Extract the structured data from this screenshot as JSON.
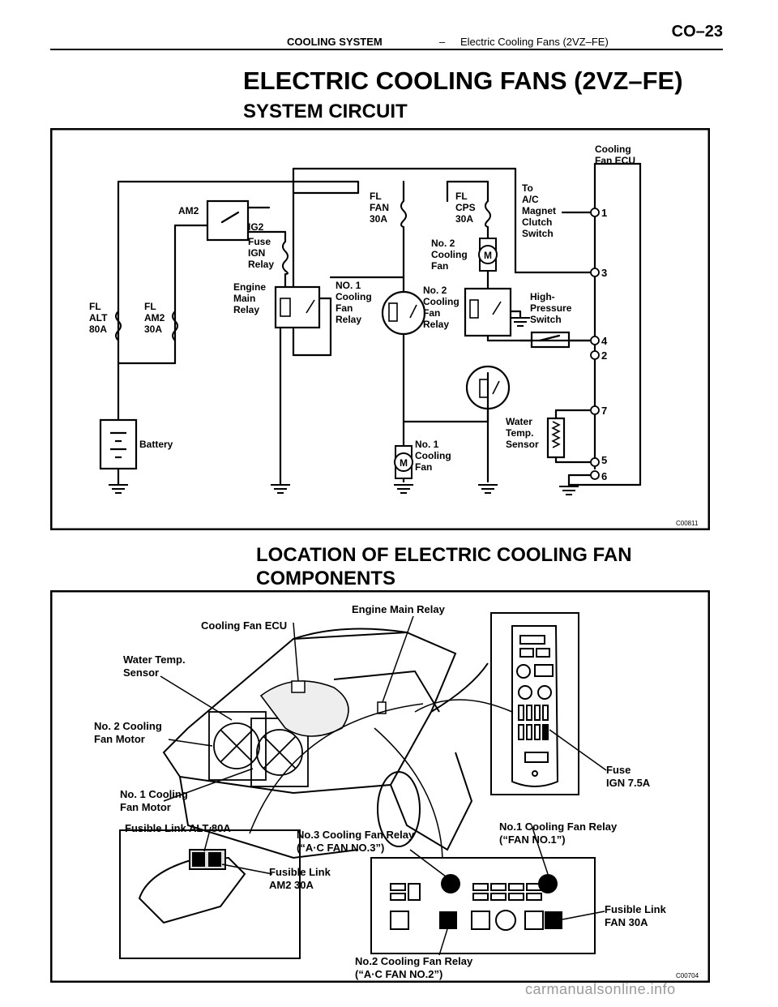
{
  "header": {
    "section": "COOLING SYSTEM",
    "dash": "–",
    "subsection": "Electric Cooling Fans (2VZ–FE)",
    "page": "CO–23"
  },
  "title": "ELECTRIC COOLING FANS (2VZ–FE)",
  "section1": "SYSTEM CIRCUIT",
  "section2": "LOCATION OF ELECTRIC COOLING FAN COMPONENTS",
  "circuit": {
    "code": "C00811",
    "ecu": [
      "Cooling",
      "Fan ECU"
    ],
    "am2": "AM2",
    "ig2": "IG2",
    "fuse_ign": [
      "Fuse",
      "IGN",
      "Relay"
    ],
    "fl_fan": [
      "FL",
      "FAN",
      "30A"
    ],
    "fl_cps": [
      "FL",
      "CPS",
      "30A"
    ],
    "to_ac": [
      "To",
      "A/C",
      "Magnet",
      "Clutch",
      "Switch"
    ],
    "fan2": [
      "No. 2",
      "Cooling",
      "Fan"
    ],
    "engine_main": [
      "Engine",
      "Main",
      "Relay"
    ],
    "relay1": [
      "NO. 1",
      "Cooling",
      "Fan",
      "Relay"
    ],
    "relay2": [
      "No. 2",
      "Cooling",
      "Fan",
      "Relay"
    ],
    "hps": [
      "High-",
      "Pressure",
      "Switch"
    ],
    "fl_alt": [
      "FL",
      "ALT",
      "80A"
    ],
    "fl_am2": [
      "FL",
      "AM2",
      "30A"
    ],
    "battery": "Battery",
    "water": [
      "Water",
      "Temp.",
      "Sensor"
    ],
    "fan1": [
      "No. 1",
      "Cooling",
      "Fan"
    ],
    "motor": "M",
    "terminals": [
      "1",
      "3",
      "4",
      "2",
      "7",
      "5",
      "6"
    ]
  },
  "location": {
    "code": "C00704",
    "engine_main": "Engine Main Relay",
    "ecu": "Cooling Fan ECU",
    "water": [
      "Water Temp.",
      "Sensor"
    ],
    "fan2": [
      "No. 2 Cooling",
      "Fan Motor"
    ],
    "fan1": [
      "No. 1 Cooling",
      "Fan Motor"
    ],
    "fuse_ign": [
      "Fuse",
      "IGN 7.5A"
    ],
    "alt": "Fusible Link ALT 80A",
    "relay3": [
      "No.3 Cooling Fan Relay",
      "(“A·C FAN NO.3”)"
    ],
    "relay1": [
      "No.1 Cooling Fan Relay",
      "(“FAN NO.1”)"
    ],
    "am2": [
      "Fusible Link",
      "AM2 30A"
    ],
    "fan30": [
      "Fusible Link",
      "FAN 30A"
    ],
    "relay2": [
      "No.2 Cooling Fan Relay",
      "(“A·C FAN NO.2”)"
    ]
  },
  "watermark": "carmanualsonline.info"
}
